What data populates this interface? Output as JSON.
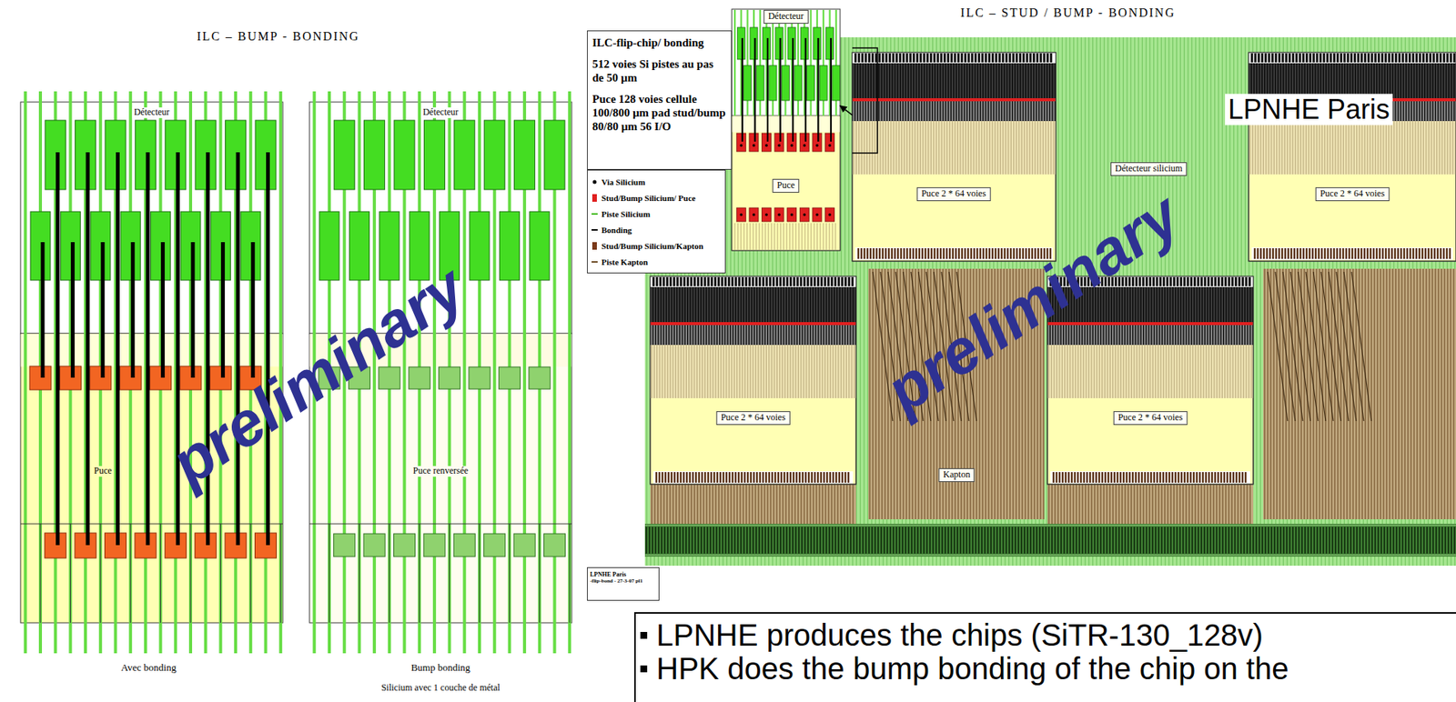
{
  "diagram": {
    "title": "ILC – BUMP - BONDING",
    "nodes": [
      {
        "text": [
          "Détecteur"
        ]
      },
      {
        "text": [
          "Puce"
        ]
      },
      {
        "text": [
          "Détecteur"
        ]
      },
      {
        "text": [
          "Puce renversée"
        ]
      },
      {
        "text": [
          "Détecteur"
        ]
      },
      {
        "text": [
          "Puce"
        ],
        "in": 4
      },
      {
        "text": [
          "ILC-flip-chip/ bonding",
          "512 voies Si pistes au pas de 50 µm",
          "Puce 128 voies cellule 100/800 µm pad stud/bump 80/80 µm 56 I/O"
        ]
      },
      {
        "text": [
          "Détecteur silicium"
        ]
      },
      {
        "text": [
          "Puce 2 * 64 voies"
        ],
        "in": 7
      },
      {
        "text": [
          "Puce 2 * 64 voies"
        ],
        "in": 7
      },
      {
        "text": [
          "Puce 2 * 64 voies"
        ],
        "in": 7
      },
      {
        "text": [
          "Kapton"
        ],
        "in": 7
      },
      {
        "text": [
          "Puce 2 * 64 voies"
        ],
        "in": 7
      },
      {
        "text": [
          "LPNHE Paris",
          "-flip-bond - 27-3-07 pl1"
        ]
      },
      {
        "text": [
          "LPNHE produces the chips (SiTR-130_128v)",
          "HPK does the bump bonding of the chip on the"
        ]
      }
    ],
    "edges": [
      {
        "from": 8,
        "to": 4,
        "arrow": "to"
      }
    ],
    "labels": [
      "ILC – STUD / BUMP - BONDING",
      "preliminary",
      "LPNHE Paris",
      "Avec bonding",
      "Bump bonding",
      "Silicium avec 1 couche de métal",
      "preliminary"
    ],
    "legend": [
      {
        "text": "Via Silicium"
      },
      {
        "text": "Stud/Bump Silicium/ Puce",
        "color": "#e02020"
      },
      {
        "text": "Piste Silicium"
      },
      {
        "text": "Bonding"
      },
      {
        "text": "Stud/Bump Silicium/Kapton",
        "color": "#7a3a1a"
      },
      {
        "text": "Piste Kapton"
      }
    ]
  }
}
